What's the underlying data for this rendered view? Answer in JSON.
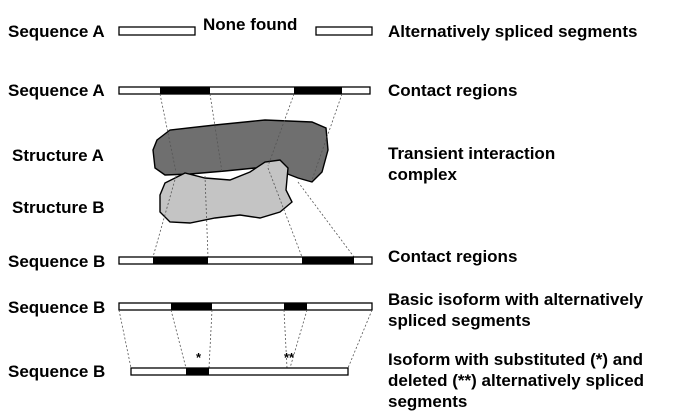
{
  "left_labels": {
    "seq_a_1": "Sequence A",
    "seq_a_2": "Sequence A",
    "struct_a": "Structure A",
    "struct_b": "Structure B",
    "seq_b_1": "Sequence B",
    "seq_b_2": "Sequence B",
    "seq_b_3": "Sequence B"
  },
  "right_labels": {
    "alt_spliced": "Alternatively spliced segments",
    "contact_a": "Contact regions",
    "transient": "Transient interaction complex",
    "contact_b": "Contact regions",
    "basic_isoform": "Basic isoform with alternatively spliced segments",
    "substituted_isoform": "Isoform with substituted (*) and deleted (**) alternatively spliced segments"
  },
  "none_found": "None found",
  "markers": {
    "substituted": "*",
    "deleted": "**"
  },
  "colors": {
    "structure_a": "#6f6f6f",
    "structure_b": "#c4c4c4",
    "segment": "#000000"
  }
}
